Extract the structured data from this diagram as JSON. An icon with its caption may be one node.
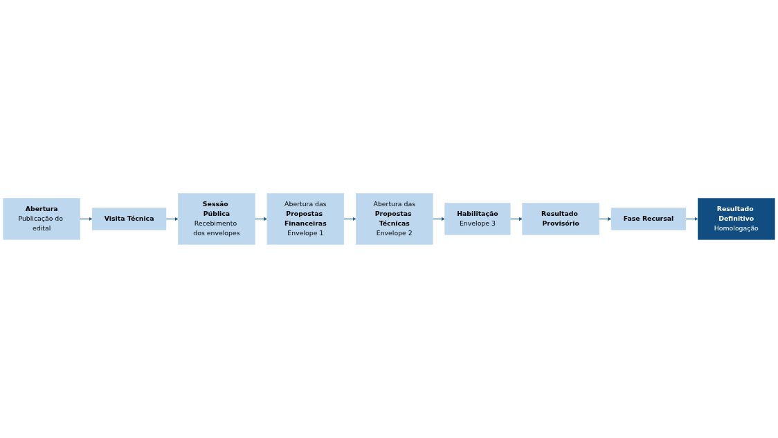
{
  "diagram": {
    "nodes": [
      {
        "text": [
          "Abertura",
          "Publicação do edital"
        ]
      },
      {
        "text": [
          "Visita Técnica"
        ]
      },
      {
        "text": [
          "Sessão Pública",
          "Recebimento dos envelopes"
        ]
      },
      {
        "text": [
          "Abertura das",
          "Propostas Financeiras",
          "Envelope 1"
        ]
      },
      {
        "text": [
          "Abertura das",
          "Propostas Técnicas",
          "Envelope 2"
        ]
      },
      {
        "text": [
          "Habilitação",
          "Envelope 3"
        ]
      },
      {
        "text": [
          "Resultado Provisório"
        ]
      },
      {
        "text": [
          "Fase Recursal"
        ]
      },
      {
        "text": [
          "Resultado Definitivo",
          "Homologação"
        ]
      }
    ],
    "edges": [
      {
        "from": 0,
        "to": 1,
        "arrow": "to"
      },
      {
        "from": 1,
        "to": 2,
        "arrow": "to"
      },
      {
        "from": 2,
        "to": 3,
        "arrow": "to"
      },
      {
        "from": 3,
        "to": 4,
        "arrow": "to"
      },
      {
        "from": 4,
        "to": 5,
        "arrow": "to"
      },
      {
        "from": 5,
        "to": 6,
        "arrow": "to"
      },
      {
        "from": 6,
        "to": 7,
        "arrow": "to"
      },
      {
        "from": 7,
        "to": 8,
        "arrow": "to"
      }
    ]
  }
}
